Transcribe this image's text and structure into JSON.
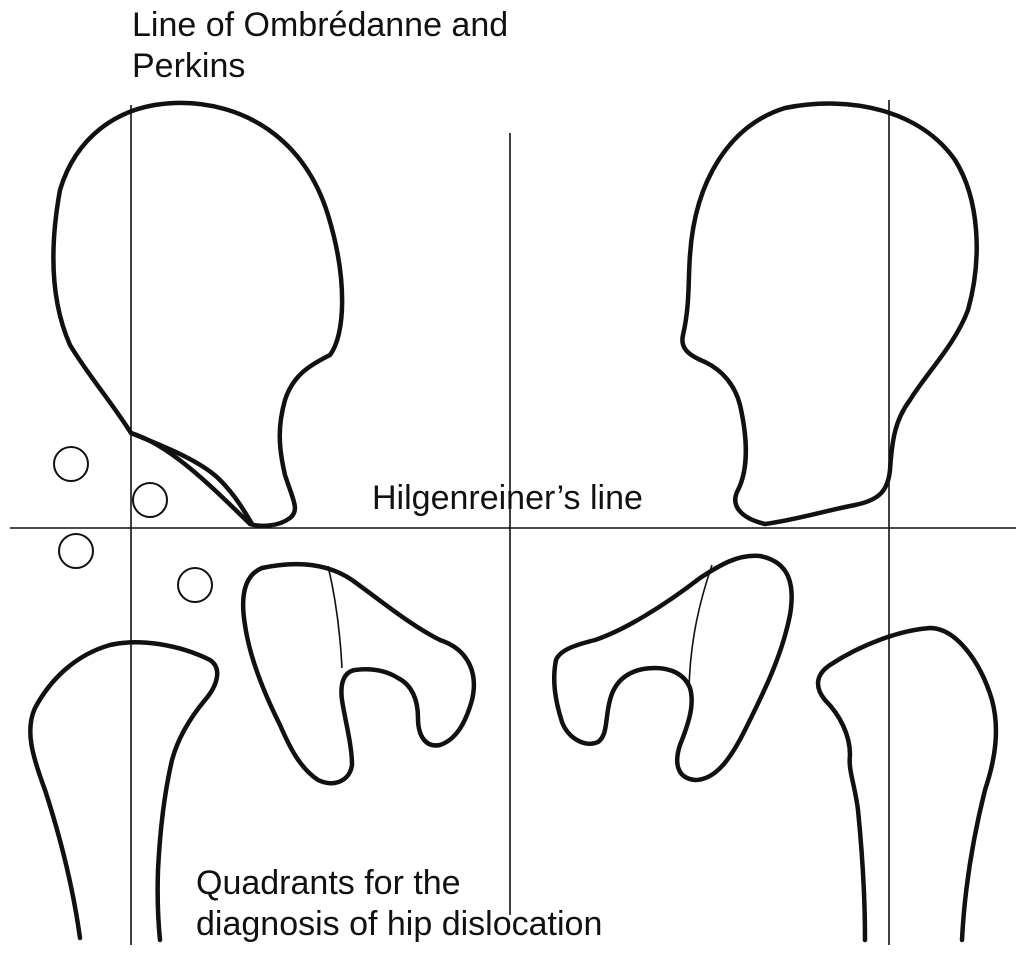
{
  "labels": {
    "perkins_line": [
      "Line of Ombrédanne and",
      "Perkins"
    ],
    "hilgenreiner_line": "Hilgenreiner’s line",
    "quadrants": [
      "Quadrants for the",
      "diagnosis of hip dislocation"
    ]
  }
}
